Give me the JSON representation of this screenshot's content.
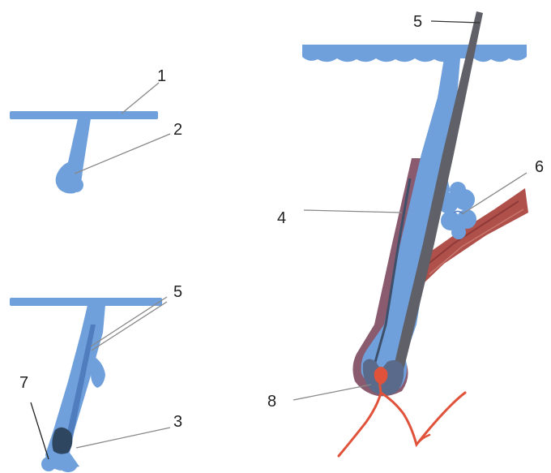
{
  "colors": {
    "epidermis": "#6fa0dc",
    "epidermis_outline": "#5a8ed0",
    "hair_shaft": "#5f6068",
    "follicle_sheath": "#8a5a6e",
    "muscle": "#b0504a",
    "muscle_dark": "#8e3a38",
    "vessel": "#e0523a",
    "leader_line": "#888888"
  },
  "callouts": [
    {
      "id": "c1",
      "text": "1"
    },
    {
      "id": "c2",
      "text": "2"
    },
    {
      "id": "c5a",
      "text": "5"
    },
    {
      "id": "c7",
      "text": "7"
    },
    {
      "id": "c3",
      "text": "3"
    },
    {
      "id": "c5b",
      "text": "5"
    },
    {
      "id": "c6",
      "text": "6"
    },
    {
      "id": "c4",
      "text": "4"
    },
    {
      "id": "c8",
      "text": "8"
    }
  ]
}
